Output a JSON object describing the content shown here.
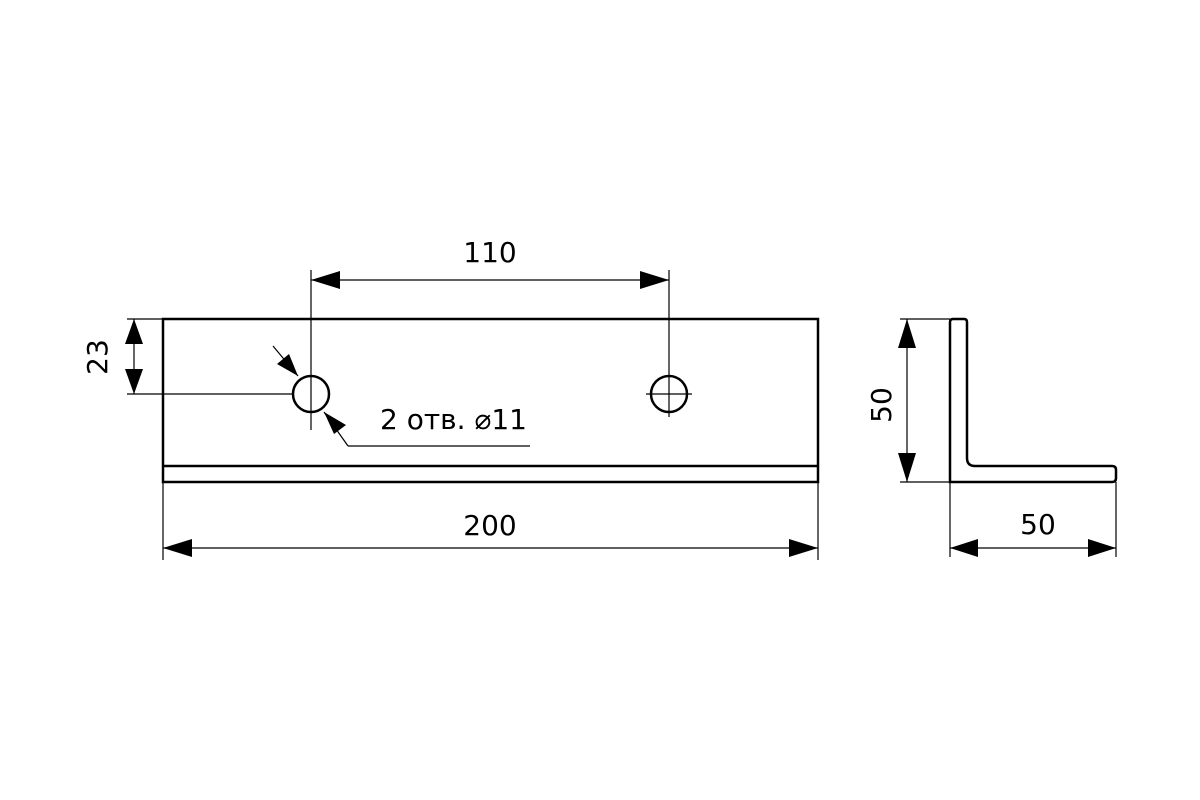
{
  "dimensions": {
    "hole_spacing": "110",
    "hole_offset": "23",
    "total_length": "200",
    "flange_height": "50",
    "flange_width": "50"
  },
  "callouts": {
    "holes_note": "2 отв. ⌀11"
  }
}
